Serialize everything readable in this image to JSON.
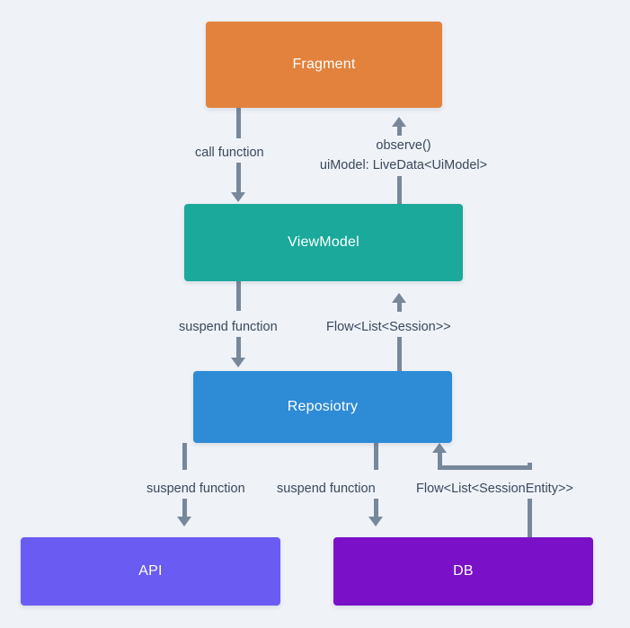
{
  "diagram": {
    "title": "Android app architecture data flow",
    "background_color": "#eff2f7",
    "connector_color": "#78889b",
    "label_color": "#39495c"
  },
  "nodes": [
    {
      "id": "fragment",
      "label": "Fragment",
      "color": "#e3823c"
    },
    {
      "id": "viewmodel",
      "label": "ViewModel",
      "color": "#1aa99b"
    },
    {
      "id": "repository",
      "label": "Reposiotry",
      "color": "#2e8bd6"
    },
    {
      "id": "api",
      "label": "API",
      "color": "#6a5bf2"
    },
    {
      "id": "db",
      "label": "DB",
      "color": "#7a11c8"
    }
  ],
  "edges": [
    {
      "id": "fragment-to-viewmodel",
      "from": "Fragment",
      "to": "ViewModel",
      "direction": "down",
      "label": "call function"
    },
    {
      "id": "viewmodel-to-fragment",
      "from": "ViewModel",
      "to": "Fragment",
      "direction": "up",
      "label_line1": "observe()",
      "label_line2": "uiModel: LiveData<UiModel>"
    },
    {
      "id": "viewmodel-to-repository",
      "from": "ViewModel",
      "to": "Reposiotry",
      "direction": "down",
      "label": "suspend function"
    },
    {
      "id": "repository-to-viewmodel",
      "from": "Reposiotry",
      "to": "ViewModel",
      "direction": "up",
      "label": "Flow<List<Session>>"
    },
    {
      "id": "repository-to-api",
      "from": "Reposiotry",
      "to": "API",
      "direction": "down",
      "label": "suspend function"
    },
    {
      "id": "repository-to-db",
      "from": "Reposiotry",
      "to": "DB",
      "direction": "down",
      "label": "suspend function"
    },
    {
      "id": "db-to-repository",
      "from": "DB",
      "to": "Reposiotry",
      "direction": "up",
      "label": "Flow<List<SessionEntity>>"
    }
  ]
}
